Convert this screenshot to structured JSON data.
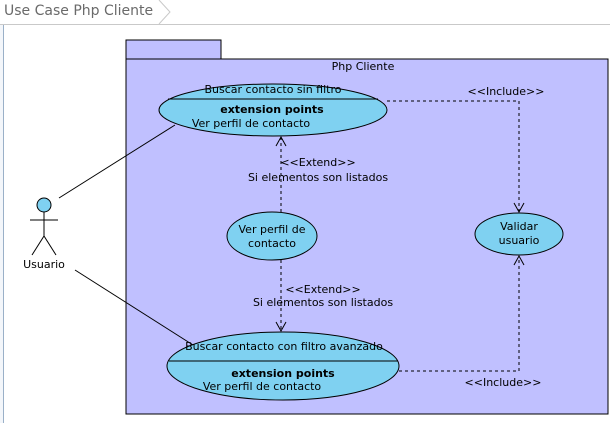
{
  "tab": {
    "title": "Use Case Php Cliente"
  },
  "diagram": {
    "package_name": "Php Cliente",
    "actor": {
      "name": "Usuario"
    },
    "use_cases": {
      "buscar_sin_filtro": {
        "name": "Buscar contacto sin filtro",
        "ext_header": "extension points",
        "ext_point": "Ver perfil de contacto"
      },
      "ver_perfil": {
        "line1": "Ver perfil de",
        "line2": "contacto"
      },
      "validar": {
        "line1": "Validar",
        "line2": "usuario"
      },
      "buscar_avanzado": {
        "name": "Buscar contacto con filtro avanzado",
        "ext_header": "extension points",
        "ext_point": "Ver perfil de contacto"
      }
    },
    "relations": {
      "extend_top": {
        "stereotype": "<<Extend>>",
        "condition": "Si elementos son listados"
      },
      "extend_bottom": {
        "stereotype": "<<Extend>>",
        "condition": "Si elementos son listados"
      },
      "include_top": {
        "stereotype": "<<Include>>"
      },
      "include_bottom": {
        "stereotype": "<<Include>>"
      }
    },
    "colors": {
      "package_fill": "#c0c0ff",
      "usecase_fill": "#7fd1f1",
      "line": "#000000"
    }
  }
}
